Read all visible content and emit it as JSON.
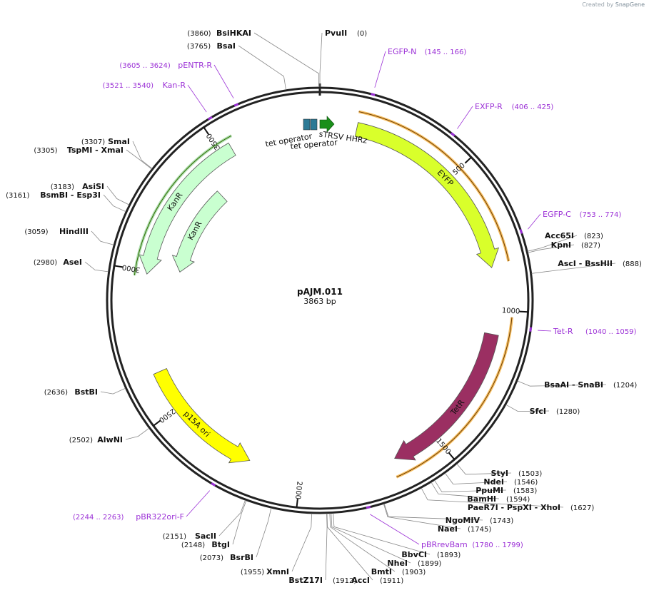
{
  "credit": {
    "prefix": "Created by",
    "brand": "SnapGene"
  },
  "plasmid": {
    "name": "pAJM.011",
    "length_label": "3863 bp",
    "length": 3863
  },
  "colors": {
    "backbone": "#222222",
    "primer": "#9b30d6",
    "eyfp": "#d9ff2b",
    "tetr": "#9b2f62",
    "kanr": "#c9ffd0",
    "ori": "#ffff00",
    "primer_bind": "#f5a623",
    "tet_operator": "#2c7a96",
    "hhrz": "#1a8f1a"
  },
  "ticks": [
    "500",
    "1000",
    "1500",
    "2000",
    "2500",
    "3000",
    "3500"
  ],
  "tick_values": [
    500,
    1000,
    1500,
    2000,
    2500,
    3000,
    3500
  ],
  "sites": [
    {
      "name": "BsiHKAI",
      "pos": "(3860)",
      "bp": 3860
    },
    {
      "name": "PvuII",
      "pos": "(0)",
      "bp": 0
    },
    {
      "name": "BsaI",
      "pos": "(3765)",
      "bp": 3765
    },
    {
      "name": "Acc65I",
      "pos": "(823)",
      "bp": 823
    },
    {
      "name": "KpnI",
      "pos": "(827)",
      "bp": 827
    },
    {
      "name": "AscI - BssHII",
      "pos": "(888)",
      "bp": 888
    },
    {
      "name": "BsaAI - SnaBI",
      "pos": "(1204)",
      "bp": 1204
    },
    {
      "name": "SfcI",
      "pos": "(1280)",
      "bp": 1280
    },
    {
      "name": "StyI",
      "pos": "(1503)",
      "bp": 1503
    },
    {
      "name": "NdeI",
      "pos": "(1546)",
      "bp": 1546
    },
    {
      "name": "PpuMI",
      "pos": "(1583)",
      "bp": 1583
    },
    {
      "name": "BamHI",
      "pos": "(1594)",
      "bp": 1594
    },
    {
      "name": "PaeR7I - PspXI - XhoI",
      "pos": "(1627)",
      "bp": 1627
    },
    {
      "name": "NgoMIV",
      "pos": "(1743)",
      "bp": 1743
    },
    {
      "name": "NaeI",
      "pos": "(1745)",
      "bp": 1745
    },
    {
      "name": "BbvCI",
      "pos": "(1893)",
      "bp": 1893
    },
    {
      "name": "NheI",
      "pos": "(1899)",
      "bp": 1899
    },
    {
      "name": "BmtI",
      "pos": "(1903)",
      "bp": 1903
    },
    {
      "name": "AccI",
      "pos": "(1911)",
      "bp": 1911
    },
    {
      "name": "BstZ17I",
      "pos": "(1912)",
      "bp": 1912
    },
    {
      "name": "XmnI",
      "pos": "(1955)",
      "bp": 1955
    },
    {
      "name": "BsrBI",
      "pos": "(2073)",
      "bp": 2073
    },
    {
      "name": "BtgI",
      "pos": "(2148)",
      "bp": 2148
    },
    {
      "name": "SacII",
      "pos": "(2151)",
      "bp": 2151
    },
    {
      "name": "AlwNI",
      "pos": "(2502)",
      "bp": 2502
    },
    {
      "name": "BstBI",
      "pos": "(2636)",
      "bp": 2636
    },
    {
      "name": "AseI",
      "pos": "(2980)",
      "bp": 2980
    },
    {
      "name": "HindIII",
      "pos": "(3059)",
      "bp": 3059
    },
    {
      "name": "BsmBI - Esp3I",
      "pos": "(3161)",
      "bp": 3161
    },
    {
      "name": "AsiSI",
      "pos": "(3183)",
      "bp": 3183
    },
    {
      "name": "TspMI - XmaI",
      "pos": "(3305)",
      "bp": 3305
    },
    {
      "name": "SmaI",
      "pos": "(3307)",
      "bp": 3307
    }
  ],
  "primers": [
    {
      "name": "EGFP-N",
      "range": "(145 .. 166)",
      "bp": 155
    },
    {
      "name": "EXFP-R",
      "range": "(406 .. 425)",
      "bp": 415
    },
    {
      "name": "EGFP-C",
      "range": "(753 .. 774)",
      "bp": 763
    },
    {
      "name": "Tet-R",
      "range": "(1040 .. 1059)",
      "bp": 1050
    },
    {
      "name": "pBRrevBam",
      "range": "(1780 .. 1799)",
      "bp": 1790
    },
    {
      "name": "pBR322ori-F",
      "range": "(2244 .. 2263)",
      "bp": 2254
    },
    {
      "name": "Kan-R",
      "range": "(3521 .. 3540)",
      "bp": 3530
    },
    {
      "name": "pENTR-R",
      "range": "(3605 .. 3624)",
      "bp": 3615
    }
  ],
  "features": [
    {
      "name": "EYFP",
      "start": 130,
      "end": 850,
      "direction": 1,
      "level": 1
    },
    {
      "name": "TetR",
      "start": 1085,
      "end": 1660,
      "direction": 1,
      "level": 1
    },
    {
      "name": "KanR",
      "start": 3540,
      "end": 2990,
      "direction": -1,
      "level": 1
    },
    {
      "name": "KanR",
      "start": 3400,
      "end": 3020,
      "direction": -1,
      "level": 2
    },
    {
      "name": "p15A ori",
      "start": 2640,
      "end": 2185,
      "direction": -1,
      "level": 1
    }
  ],
  "small_features": [
    {
      "name": "tet operator",
      "line": 1
    },
    {
      "name": "tet operator",
      "line": 2
    },
    {
      "name": "sTRSV HHRz",
      "line": 1
    }
  ]
}
